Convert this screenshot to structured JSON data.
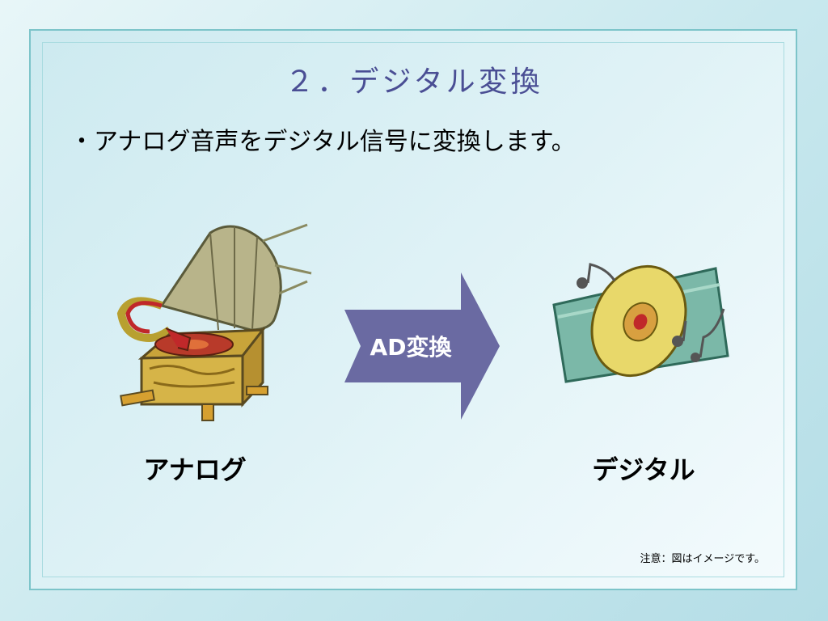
{
  "slide": {
    "title": "２．デジタル変換",
    "bullet": "・アナログ音声をデジタル信号に変換します。",
    "arrow_label": "AD変換",
    "analog_label": "アナログ",
    "digital_label": "デジタル",
    "note": "注意：図はイメージです。"
  },
  "icons": {
    "left": "gramophone-icon",
    "right": "compact-disc-music-icon",
    "middle": "right-arrow-icon"
  },
  "colors": {
    "title": "#4a4e94",
    "arrow": "#6a6aa2",
    "frame": "#7cc4c9"
  }
}
